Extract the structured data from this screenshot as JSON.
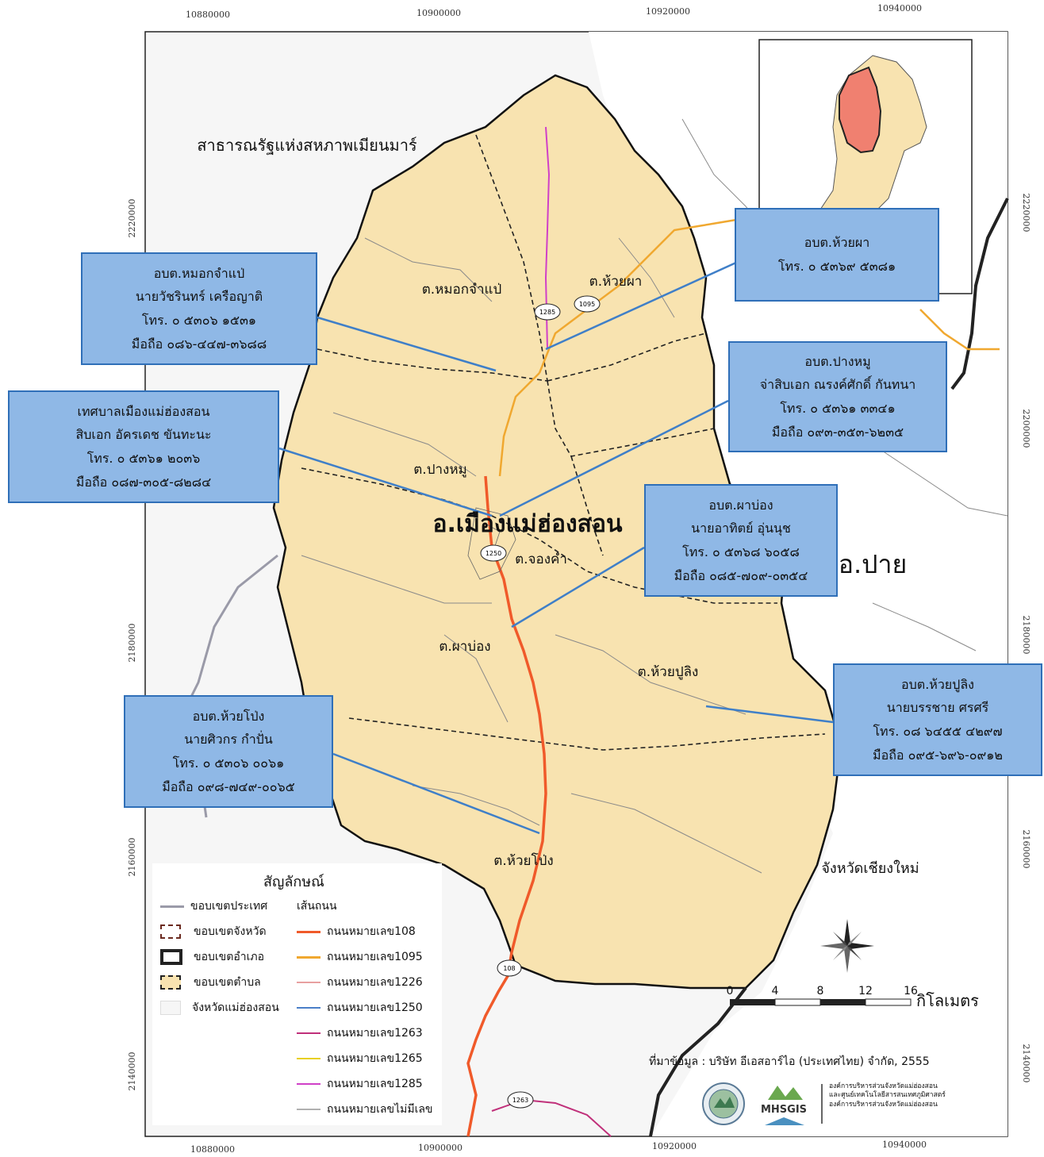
{
  "grid_ticks": {
    "x_top": [
      "10880000",
      "10900000",
      "10920000",
      "10940000"
    ],
    "x_bottom": [
      "10880000",
      "10900000",
      "10920000",
      "10940000"
    ],
    "y_left": [
      "2220000",
      "2180000",
      "2160000",
      "2140000"
    ],
    "y_right": [
      "2220000",
      "2200000",
      "2180000",
      "2160000",
      "2140000"
    ]
  },
  "labels": {
    "myanmar": "สาธารณรัฐแห่งสหภาพเมียนมาร์",
    "district_main": "อ.เมืองแม่ฮ่องสอน",
    "district_pai": "อ.ปาย",
    "chiangmai": "จังหวัดเชียงใหม่",
    "t_mok": "ต.หมอกจำแป่",
    "t_huaypha": "ต.ห้วยผา",
    "t_pangmu": "ต.ปางหมู",
    "t_jongkham": "ต.จองคำ",
    "t_phabong": "ต.ผาบ่อง",
    "t_huaypuling": "ต.ห้วยปูลิง",
    "t_huaypong": "ต.ห้วยโป่ง"
  },
  "road_shields": [
    "1285",
    "1095",
    "1250",
    "108",
    "1263"
  ],
  "callouts": [
    {
      "lines": [
        "อบต.หมอกจำแป่",
        "นายวัชรินทร์ เครือญาติ",
        "โทร. ๐ ๕๓๐๖ ๑๕๓๑",
        "มือถือ ๐๘๖-๔๔๗-๓๖๘๘"
      ]
    },
    {
      "lines": [
        "อบต.ห้วยผา",
        "โทร. ๐ ๕๓๖๙ ๕๓๘๑"
      ]
    },
    {
      "lines": [
        "อบต.ปางหมู",
        "จ่าสิบเอก ณรงค์ศักดิ์ กันทนา",
        "โทร. ๐ ๕๓๖๑ ๓๓๔๑",
        "มือถือ ๐๙๓-๓๕๓-๖๒๓๕"
      ]
    },
    {
      "lines": [
        "เทศบาลเมืองแม่ฮ่องสอน",
        "สิบเอก อัครเดช ขันทะนะ",
        "โทร. ๐ ๕๓๖๑ ๒๐๓๖",
        "มือถือ ๐๘๗-๓๐๕-๘๒๘๔"
      ]
    },
    {
      "lines": [
        "อบต.ผาบ่อง",
        "นายอาทิตย์ อุ่นนุช",
        "โทร. ๐ ๕๓๖๘ ๖๐๕๘",
        "มือถือ ๐๘๕-๗๐๙-๐๓๕๔"
      ]
    },
    {
      "lines": [
        "อบต.ห้วยโป่ง",
        "นายศิวกร กำปั่น",
        "โทร. ๐ ๕๓๐๖ ๐๐๖๑",
        "มือถือ ๐๙๘-๗๔๙-๐๐๖๕"
      ]
    },
    {
      "lines": [
        "อบต.ห้วยปูลิง",
        "นายบรรชาย ศรศรี",
        "โทร. ๐๘ ๖๔๕๕ ๔๒๙๗",
        "มือถือ ๐๙๕-๖๙๖-๐๙๑๒"
      ]
    }
  ],
  "legend": {
    "title": "สัญลักษณ์",
    "roads_header": "เส้นถนน",
    "boundaries": [
      {
        "label": "ขอบเขตประเทศ"
      },
      {
        "label": "ขอบเขตจังหวัด"
      },
      {
        "label": "ขอบเขตอำเภอ"
      },
      {
        "label": "ขอบเขตตำบล"
      },
      {
        "label": "จังหวัดแม่ฮ่องสอน"
      }
    ],
    "roads": [
      {
        "label": "ถนนหมายเลข108",
        "color": "#f05a2a"
      },
      {
        "label": "ถนนหมายเลข1095",
        "color": "#f0a830"
      },
      {
        "label": "ถนนหมายเลข1226",
        "color": "#e8a0a0"
      },
      {
        "label": "ถนนหมายเลข1250",
        "color": "#4a7fc8"
      },
      {
        "label": "ถนนหมายเลข1263",
        "color": "#c0307a"
      },
      {
        "label": "ถนนหมายเลข1265",
        "color": "#e8d020"
      },
      {
        "label": "ถนนหมายเลข1285",
        "color": "#d040c8"
      },
      {
        "label": "ถนนหมายเลขไม่มีเลข",
        "color": "#b0b0b0"
      }
    ]
  },
  "scalebar": {
    "ticks": [
      "0",
      "4",
      "8",
      "12",
      "16"
    ],
    "unit": "กิโลเมตร"
  },
  "source": "ที่มาข้อมูล : บริษัท อีเอสอาร์ไอ (ประเทศไทย) จำกัด, 2555",
  "logo_text": "MHSGIS",
  "org_lines": [
    "องค์การบริหารส่วนจังหวัดแม่ฮ่องสอน",
    "และศูนย์เทคโนโลยีสารสนเทศภูมิศาสตร์",
    "องค์การบริหารส่วนจังหวัดแม่ฮ่องสอน"
  ],
  "colors": {
    "province_fill": "#f8e3b0",
    "inset_highlight": "#f08070",
    "callout_fill": "#8fb8e6",
    "callout_border": "#2f6fb8"
  }
}
